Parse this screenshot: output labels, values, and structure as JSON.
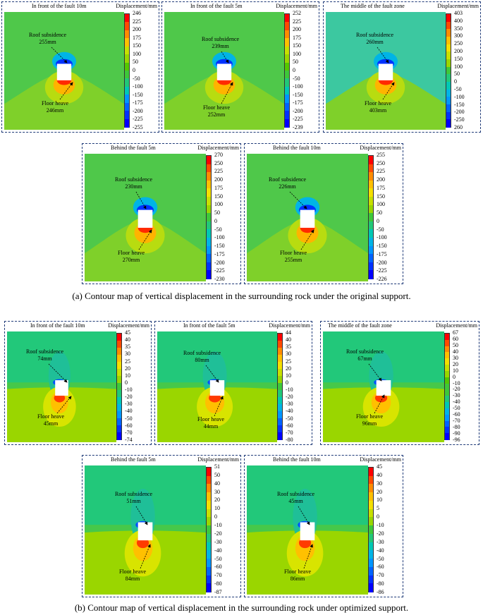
{
  "figure_a": {
    "caption": "(a) Contour map of vertical displacement in the surrounding rock under the original support.",
    "panels": [
      {
        "title": "In front of the fault 10m",
        "unit": "Displacement/mm",
        "roof_label": "Roof subsidence",
        "roof_value": "255mm",
        "floor_label": "Floor heave",
        "floor_value": "246mm",
        "ticks": [
          "246",
          "225",
          "200",
          "175",
          "150",
          "100",
          "50",
          "0",
          "-50",
          "-100",
          "-150",
          "-175",
          "-200",
          "-225",
          "-255"
        ]
      },
      {
        "title": "In front of the fault 5m",
        "unit": "Displacement/mm",
        "roof_label": "Roof subsidence",
        "roof_value": "239mm",
        "floor_label": "Floor heave",
        "floor_value": "252mm",
        "ticks": [
          "252",
          "225",
          "200",
          "175",
          "150",
          "100",
          "50",
          "0",
          "-50",
          "-100",
          "-150",
          "-175",
          "-200",
          "-225",
          "-239"
        ]
      },
      {
        "title": "The middle of the fault zone",
        "unit": "Displacement/mm",
        "roof_label": "Roof subsidence",
        "roof_value": "260mm",
        "floor_label": "Floor heave",
        "floor_value": "403mm",
        "ticks": [
          "403",
          "400",
          "350",
          "300",
          "250",
          "200",
          "150",
          "100",
          "50",
          "0",
          "-50",
          "-100",
          "-150",
          "-200",
          "-250",
          "260"
        ]
      },
      {
        "title": "Behind the fault 5m",
        "unit": "Displacement/mm",
        "roof_label": "Roof subsidence",
        "roof_value": "230mm",
        "floor_label": "Floor heave",
        "floor_value": "270mm",
        "ticks": [
          "270",
          "250",
          "225",
          "200",
          "175",
          "150",
          "100",
          "50",
          "0",
          "-50",
          "-100",
          "-150",
          "-175",
          "-200",
          "-225",
          "-230"
        ]
      },
      {
        "title": "Behind the fault 10m",
        "unit": "Displacement/mm",
        "roof_label": "Roof subsidence",
        "roof_value": "226mm",
        "floor_label": "Floor heave",
        "floor_value": "255mm",
        "ticks": [
          "255",
          "250",
          "225",
          "200",
          "175",
          "150",
          "100",
          "50",
          "0",
          "-50",
          "-100",
          "-150",
          "-175",
          "-200",
          "-225",
          "-226"
        ]
      }
    ]
  },
  "figure_b": {
    "caption": "(b) Contour map of vertical displacement in the surrounding rock under optimized support.",
    "panels": [
      {
        "title": "In front of the fault 10m",
        "unit": "Displacement/mm",
        "roof_label": "Roof subsidence",
        "roof_value": "74mm",
        "floor_label": "Floor heave",
        "floor_value": "45mm",
        "ticks": [
          "45",
          "40",
          "35",
          "30",
          "25",
          "20",
          "10",
          "0",
          "-10",
          "-20",
          "-30",
          "-40",
          "-50",
          "-60",
          "-70",
          "-74"
        ]
      },
      {
        "title": "In front of the fault 5m",
        "unit": "Displacement/mm",
        "roof_label": "Roof subsidence",
        "roof_value": "80mm",
        "floor_label": "Floor heave",
        "floor_value": "44mm",
        "ticks": [
          "44",
          "40",
          "35",
          "30",
          "25",
          "20",
          "10",
          "0",
          "-10",
          "-20",
          "-30",
          "-40",
          "-50",
          "-60",
          "-70",
          "-80"
        ]
      },
      {
        "title": "The middle of the fault zone",
        "unit": "Displacement/mm",
        "roof_label": "Roof subsidence",
        "roof_value": "67mm",
        "floor_label": "Floor heave",
        "floor_value": "96mm",
        "ticks": [
          "67",
          "60",
          "50",
          "40",
          "30",
          "20",
          "10",
          "0",
          "-10",
          "-20",
          "-30",
          "-40",
          "-50",
          "-60",
          "-70",
          "-80",
          "-90",
          "-96"
        ]
      },
      {
        "title": "Behind the fault 5m",
        "unit": "Displacement/mm",
        "roof_label": "Roof subsidence",
        "roof_value": "51mm",
        "floor_label": "Floor heave",
        "floor_value": "84mm",
        "ticks": [
          "51",
          "50",
          "40",
          "30",
          "20",
          "10",
          "0",
          "-10",
          "-20",
          "-30",
          "-40",
          "-50",
          "-60",
          "-70",
          "-80",
          "-87"
        ]
      },
      {
        "title": "Behind the fault 10m",
        "unit": "Displacement/mm",
        "roof_label": "Roof subsidence",
        "roof_value": "45mm",
        "floor_label": "Floor heave",
        "floor_value": "86mm",
        "ticks": [
          "45",
          "40",
          "30",
          "20",
          "10",
          "5",
          "0",
          "-10",
          "-20",
          "-30",
          "-40",
          "-50",
          "-60",
          "-70",
          "-80",
          "-86"
        ]
      }
    ]
  },
  "colors": {
    "panel_border": "#1f3a78",
    "scale": [
      "#ff0000",
      "#ff4a00",
      "#ff8c00",
      "#ffc000",
      "#f5e000",
      "#c8e000",
      "#9ad600",
      "#55c800",
      "#3ec83a",
      "#22c878",
      "#00c8b4",
      "#00b4e6",
      "#0096ff",
      "#0064ff",
      "#0032ff",
      "#0000ff"
    ]
  }
}
